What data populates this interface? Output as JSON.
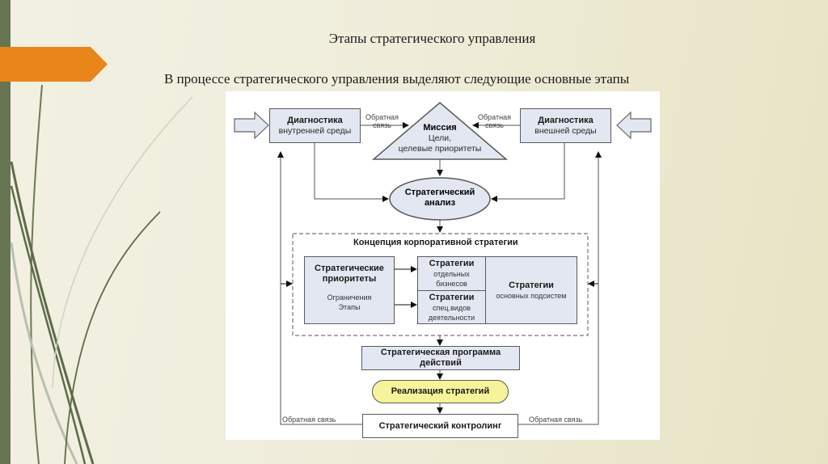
{
  "slide": {
    "title": "Этапы стратегического управления",
    "subtitle": "В процессе стратегического управления выделяют следующие основные этапы",
    "colors": {
      "accent_orange": "#e8861a",
      "sidebar_green": "#677552",
      "box_fill": "#e3e7f2",
      "highlight_yellow": "#f7f39a"
    }
  },
  "diagram": {
    "diag_internal": {
      "title": "Диагностика",
      "subtitle": "внутренней среды"
    },
    "diag_external": {
      "title": "Диагностика",
      "subtitle": "внешней среды"
    },
    "mission": {
      "title": "Миссия",
      "line1": "Цели,",
      "line2": "целевые приоритеты"
    },
    "feedback_left_top": {
      "line1": "Обратная",
      "line2": "связь"
    },
    "feedback_right_top": {
      "line1": "Обратная",
      "line2": "связь"
    },
    "analysis": {
      "line1": "Стратегический",
      "line2": "анализ"
    },
    "concept": {
      "title": "Концепция корпоративной стратегии",
      "priorities": {
        "title1": "Стратегические",
        "title2": "приоритеты",
        "line1": "Ограничения",
        "line2": "Этапы"
      },
      "business": {
        "title": "Стратегии",
        "line1": "отдельных",
        "line2": "бизнесов"
      },
      "special": {
        "title": "Стратегии",
        "line1": "спец.видов",
        "line2": "деятельности"
      },
      "subsystems": {
        "title": "Стратегии",
        "line1": "основных подсистем"
      }
    },
    "program": {
      "line1": "Стратегическая программа",
      "line2": "действий"
    },
    "implementation": {
      "label": "Реализация стратегий"
    },
    "controlling": {
      "label": "Стратегический контролинг"
    },
    "feedback_bottom_left": "Обратная связь",
    "feedback_bottom_right": "Обратная связь"
  }
}
